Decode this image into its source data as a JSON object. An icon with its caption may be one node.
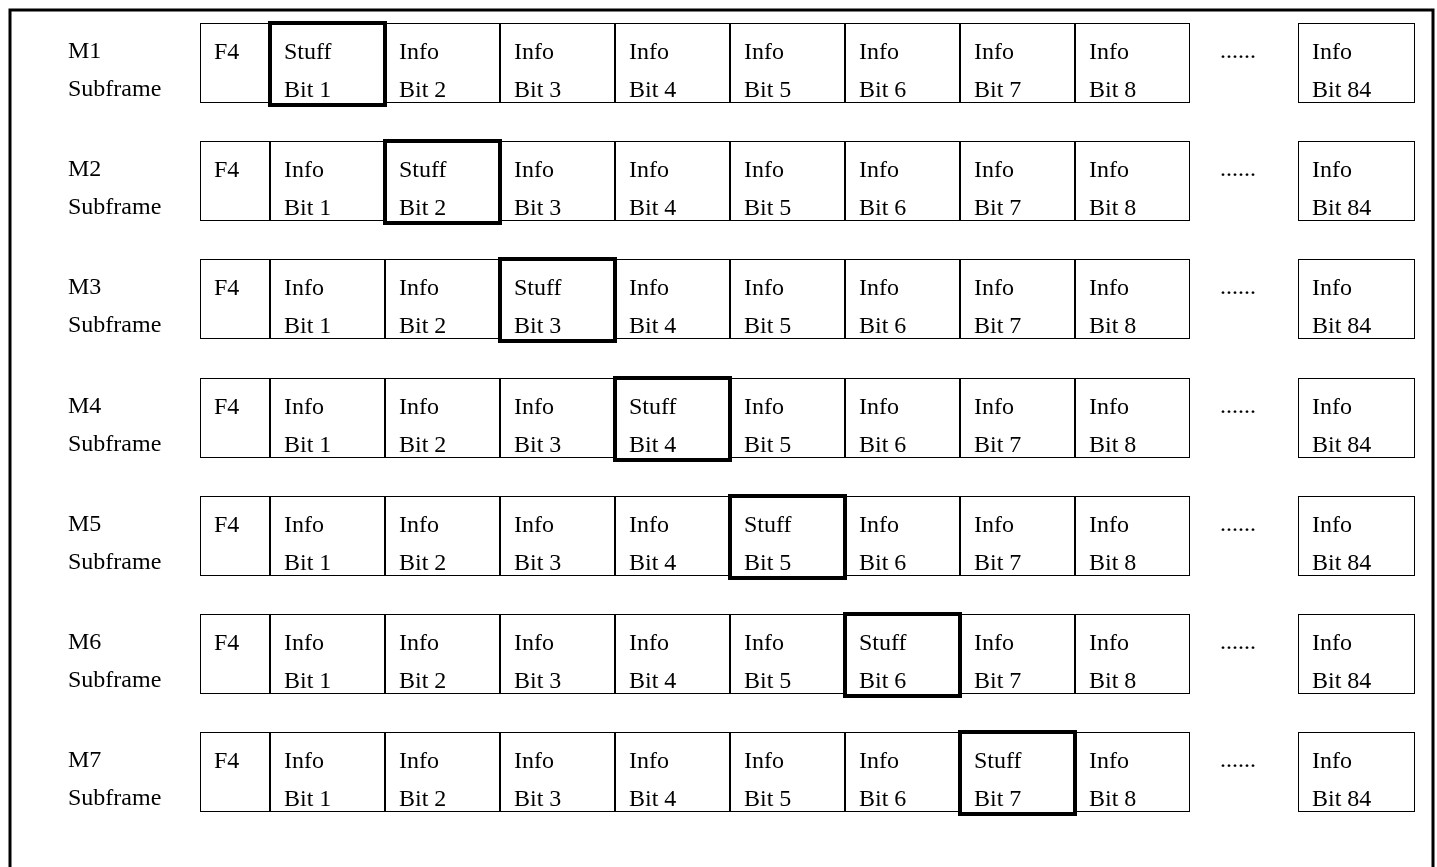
{
  "diagram": {
    "nodes": [
      {
        "text": [
          "F4"
        ]
      },
      {
        "text": [
          "Stuff Bit 1"
        ]
      },
      {
        "text": [
          "Info Bit 2"
        ]
      },
      {
        "text": [
          "Info Bit 3"
        ]
      },
      {
        "text": [
          "Info Bit 4"
        ]
      },
      {
        "text": [
          "Info Bit 5"
        ]
      },
      {
        "text": [
          "Info Bit 6"
        ]
      },
      {
        "text": [
          "Info Bit 7"
        ]
      },
      {
        "text": [
          "Info Bit 8"
        ]
      },
      {
        "text": [
          "Info Bit 84"
        ]
      },
      {
        "text": [
          "F4"
        ]
      },
      {
        "text": [
          "Info Bit 1"
        ]
      },
      {
        "text": [
          "Stuff Bit 2"
        ]
      },
      {
        "text": [
          "Info Bit 3"
        ]
      },
      {
        "text": [
          "Info Bit 4"
        ]
      },
      {
        "text": [
          "Info Bit 5"
        ]
      },
      {
        "text": [
          "Info Bit 6"
        ]
      },
      {
        "text": [
          "Info Bit 7"
        ]
      },
      {
        "text": [
          "Info Bit 8"
        ]
      },
      {
        "text": [
          "Info Bit 84"
        ]
      },
      {
        "text": [
          "F4"
        ]
      },
      {
        "text": [
          "Info Bit 1"
        ]
      },
      {
        "text": [
          "Info Bit 2"
        ]
      },
      {
        "text": [
          "Stuff Bit 3"
        ]
      },
      {
        "text": [
          "Info Bit 4"
        ]
      },
      {
        "text": [
          "Info Bit 5"
        ]
      },
      {
        "text": [
          "Info Bit 6"
        ]
      },
      {
        "text": [
          "Info Bit 7"
        ]
      },
      {
        "text": [
          "Info Bit 8"
        ]
      },
      {
        "text": [
          "Info Bit 84"
        ]
      },
      {
        "text": [
          "F4"
        ]
      },
      {
        "text": [
          "Info Bit 1"
        ]
      },
      {
        "text": [
          "Info Bit 2"
        ]
      },
      {
        "text": [
          "Info Bit 3"
        ]
      },
      {
        "text": [
          "Stuff Bit 4"
        ]
      },
      {
        "text": [
          "Info Bit 5"
        ]
      },
      {
        "text": [
          "Info Bit 6"
        ]
      },
      {
        "text": [
          "Info Bit 7"
        ]
      },
      {
        "text": [
          "Info Bit 8"
        ]
      },
      {
        "text": [
          "Info Bit 84"
        ]
      },
      {
        "text": [
          "F4"
        ]
      },
      {
        "text": [
          "Info Bit 1"
        ]
      },
      {
        "text": [
          "Info Bit 2"
        ]
      },
      {
        "text": [
          "Info Bit 3"
        ]
      },
      {
        "text": [
          "Info Bit 4"
        ]
      },
      {
        "text": [
          "Stuff Bit 5"
        ]
      },
      {
        "text": [
          "Info Bit 6"
        ]
      },
      {
        "text": [
          "Info Bit 7"
        ]
      },
      {
        "text": [
          "Info Bit 8"
        ]
      },
      {
        "text": [
          "Info Bit 84"
        ]
      },
      {
        "text": [
          "F4"
        ]
      },
      {
        "text": [
          "Info Bit 1"
        ]
      },
      {
        "text": [
          "Info Bit 2"
        ]
      },
      {
        "text": [
          "Info Bit 3"
        ]
      },
      {
        "text": [
          "Info Bit 4"
        ]
      },
      {
        "text": [
          "Info Bit 5"
        ]
      },
      {
        "text": [
          "Stuff Bit 6"
        ]
      },
      {
        "text": [
          "Info Bit 7"
        ]
      },
      {
        "text": [
          "Info Bit 8"
        ]
      },
      {
        "text": [
          "Info Bit 84"
        ]
      },
      {
        "text": [
          "F4"
        ]
      },
      {
        "text": [
          "Info Bit 1"
        ]
      },
      {
        "text": [
          "Info Bit 2"
        ]
      },
      {
        "text": [
          "Info Bit 3"
        ]
      },
      {
        "text": [
          "Info Bit 4"
        ]
      },
      {
        "text": [
          "Info Bit 5"
        ]
      },
      {
        "text": [
          "Info Bit 6"
        ]
      },
      {
        "text": [
          "Stuff Bit 7"
        ]
      },
      {
        "text": [
          "Info Bit 8"
        ]
      },
      {
        "text": [
          "Info Bit 84"
        ]
      }
    ],
    "labels": [
      "M1 Subframe",
      "......",
      "M2 Subframe",
      "......",
      "M3 Subframe",
      "......",
      "M4 Subframe",
      "......",
      "M5 Subframe",
      "......",
      "M6 Subframe",
      "......",
      "M7 Subframe",
      "......"
    ]
  }
}
